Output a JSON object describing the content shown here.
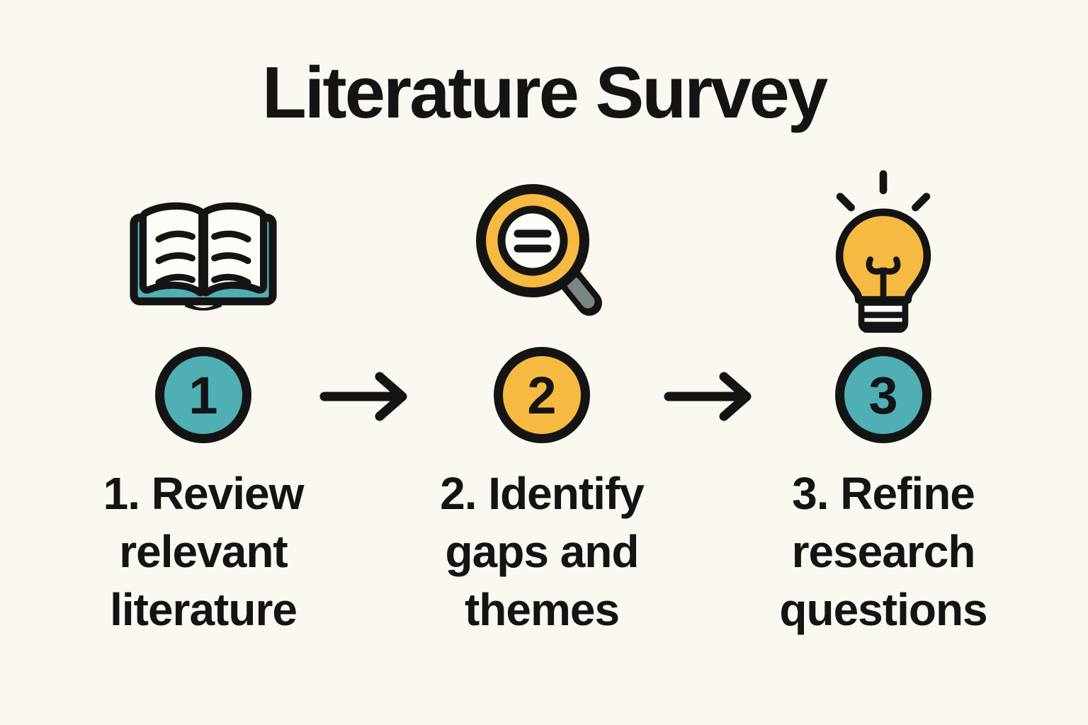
{
  "title": "Literature Survey",
  "colors": {
    "background": "#FBF8F1",
    "ink": "#141414",
    "teal": "#4FAFB5",
    "yellow": "#F6B941",
    "handle-gray": "#7A8784",
    "paper-white": "#FDFDF8"
  },
  "steps": [
    {
      "number": "1",
      "icon": "open-book-icon",
      "circle_color": "teal",
      "label": "1. Review relevant literature",
      "lines": [
        "1. Review",
        "relevant",
        "literature"
      ]
    },
    {
      "number": "2",
      "icon": "magnifying-glass-icon",
      "circle_color": "yellow",
      "label": "2. Identify gaps and themes",
      "lines": [
        "2. Identify",
        "gaps and",
        "themes"
      ]
    },
    {
      "number": "3",
      "icon": "lightbulb-icon",
      "circle_color": "teal",
      "label": "3. Refine research questions",
      "lines": [
        "3. Refine",
        "research",
        "questions"
      ]
    }
  ],
  "arrows": [
    "arrow-right",
    "arrow-right"
  ]
}
